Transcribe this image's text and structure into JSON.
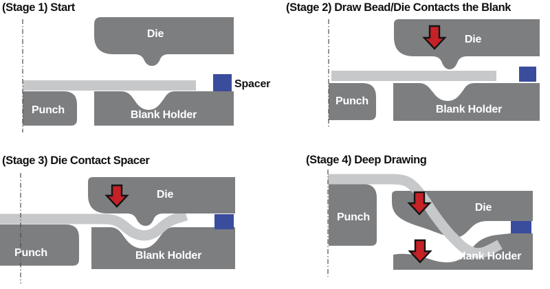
{
  "colors": {
    "background": "#ffffff",
    "tool-gray": "#7d7e80",
    "blank-gray": "#c7c8ca",
    "spacer-blue": "#3a4c9c",
    "arrow-red": "#c52127",
    "arrow-outline": "#141414",
    "text-black": "#111111",
    "label-white": "#ffffff",
    "centerline-gray": "#4b4b4b"
  },
  "panels": [
    {
      "stage": "Stage 1",
      "title": "(Stage 1) Start",
      "labels": {
        "die": "Die",
        "punch": "Punch",
        "blank_holder": "Blank Holder",
        "spacer": "Spacer"
      }
    },
    {
      "stage": "Stage 2",
      "title": "(Stage 2) Draw Bead/Die Contacts the Blank",
      "labels": {
        "die": "Die",
        "punch": "Punch",
        "blank_holder": "Blank Holder"
      }
    },
    {
      "stage": "Stage 3",
      "title": "(Stage 3) Die Contact Spacer",
      "labels": {
        "die": "Die",
        "punch": "Punch",
        "blank_holder": "Blank Holder"
      }
    },
    {
      "stage": "Stage 4",
      "title": "(Stage 4) Deep Drawing",
      "labels": {
        "die": "Die",
        "punch": "Punch",
        "blank_holder": "Blank Holder"
      }
    }
  ]
}
